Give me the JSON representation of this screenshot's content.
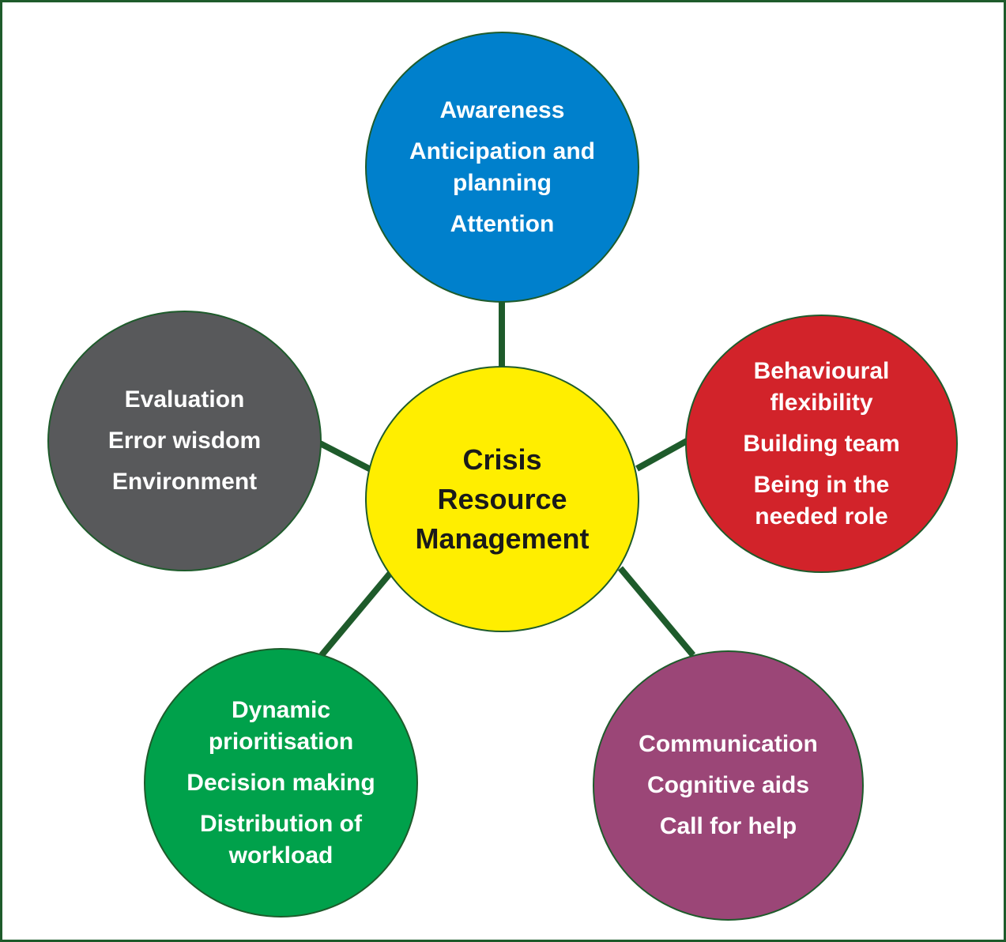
{
  "diagram": {
    "colors": {
      "border": "#1e5b2b",
      "connector": "#1e5b2b",
      "center": "#ffee00",
      "top": "#0080cc",
      "right": "#d2232a",
      "bottom_right": "#9b4677",
      "bottom_left": "#00a14b",
      "left": "#58595b"
    },
    "center": {
      "lines": [
        "Crisis",
        "Resource",
        "Management"
      ]
    },
    "nodes": {
      "top": {
        "items": [
          {
            "lines": [
              "Awareness"
            ]
          },
          {
            "lines": [
              "Anticipation and",
              "planning"
            ]
          },
          {
            "lines": [
              "Attention"
            ]
          }
        ]
      },
      "right": {
        "items": [
          {
            "lines": [
              "Behavioural",
              "flexibility"
            ]
          },
          {
            "lines": [
              "Building team"
            ]
          },
          {
            "lines": [
              "Being in the",
              "needed role"
            ]
          }
        ]
      },
      "bottom_right": {
        "items": [
          {
            "lines": [
              "Communication"
            ]
          },
          {
            "lines": [
              "Cognitive aids"
            ]
          },
          {
            "lines": [
              "Call for help"
            ]
          }
        ]
      },
      "bottom_left": {
        "items": [
          {
            "lines": [
              "Dynamic",
              "prioritisation"
            ]
          },
          {
            "lines": [
              "Decision making"
            ]
          },
          {
            "lines": [
              "Distribution of",
              "workload"
            ]
          }
        ]
      },
      "left": {
        "items": [
          {
            "lines": [
              "Evaluation"
            ]
          },
          {
            "lines": [
              "Error wisdom"
            ]
          },
          {
            "lines": [
              "Environment"
            ]
          }
        ]
      }
    }
  }
}
